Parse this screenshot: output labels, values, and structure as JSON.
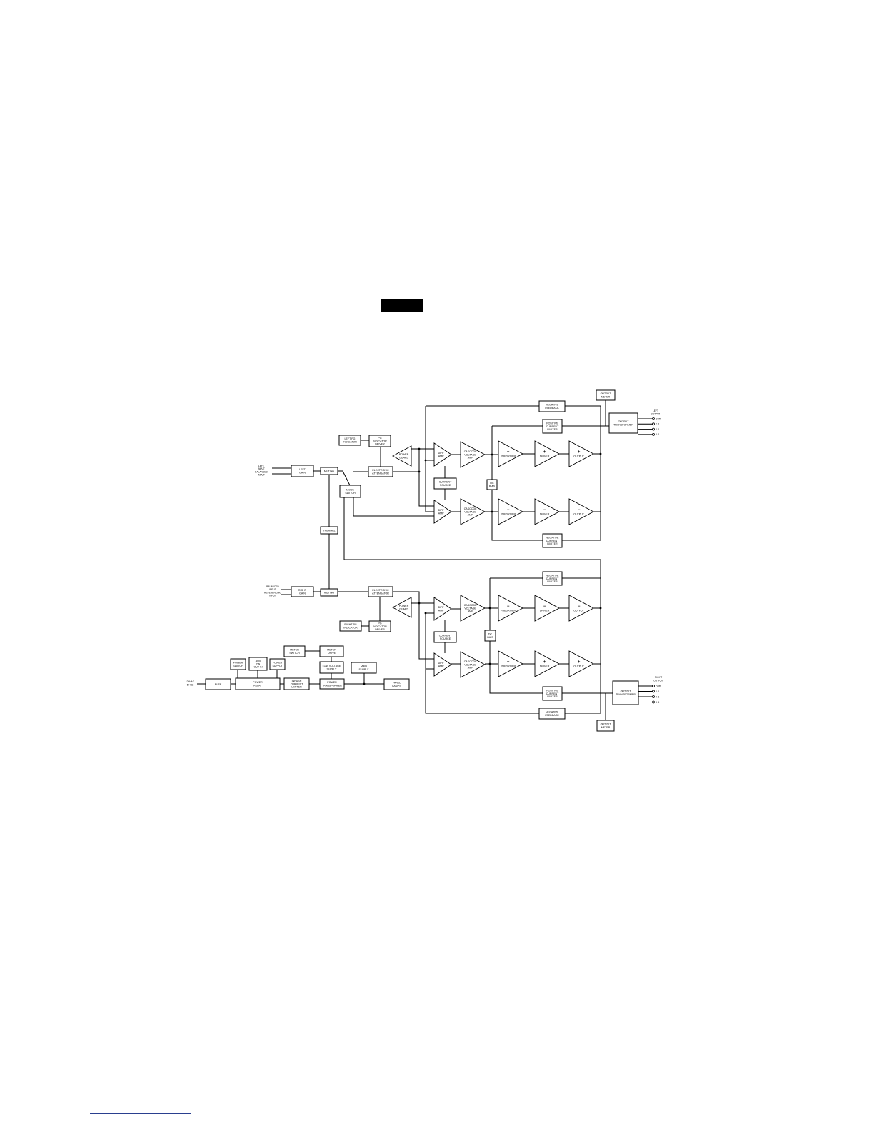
{
  "diagram": {
    "left_channel": {
      "output_meter": [
        "OUTPUT",
        "METER"
      ],
      "negative_feedback": [
        "NEGATIVE",
        "FEEDBACK"
      ],
      "positive_current_limiter": [
        "POSITIVE",
        "CURRENT",
        "LIMITER"
      ],
      "negative_current_limiter": [
        "NEGATIVE",
        "CURRENT",
        "LIMITER"
      ],
      "output_transformer": [
        "OUTPUT",
        "TRANSFORMER"
      ],
      "output_label": [
        "LEFT",
        "OUTPUT"
      ],
      "terminals": [
        "COM",
        "2 Ω",
        "4 Ω",
        "8 Ω"
      ],
      "pg_indicator": [
        "LEFT PG",
        "INDICATOR"
      ],
      "pg_driver": [
        "PG",
        "INDICATOR",
        "DRIVER"
      ],
      "power_guard": [
        "POWER",
        "GUARD"
      ],
      "electronic_attenuator": [
        "ELECTRONIC",
        "ATTENUATOR"
      ],
      "input_label": [
        "LEFT",
        "INPUT",
        "BALANCED",
        "INPUT"
      ],
      "gain": [
        "LEFT",
        "GAIN"
      ],
      "muting": "MUTING",
      "diff_amp": [
        "DIFF",
        "AMP"
      ],
      "cascode": [
        "CASCODE",
        "VOLTAGE",
        "AMP"
      ],
      "current_source": [
        "CURRENT",
        "SOURCE"
      ],
      "dc_bias": [
        "DC",
        "BIAS"
      ],
      "predriver": "PREDRIVER",
      "driver": "DRIVER",
      "output": "OUTPUT",
      "plus": "+",
      "minus": "−"
    },
    "shared": {
      "mode_switch": [
        "MODE",
        "SWITCH"
      ],
      "thermal": "THERMAL"
    },
    "right_channel": {
      "negative_current_limiter": [
        "NEGATIVE",
        "CURRENT",
        "LIMITER"
      ],
      "positive_current_limiter": [
        "POSITIVE",
        "CURRENT",
        "LIMITER"
      ],
      "negative_feedback": [
        "NEGATIVE",
        "FEEDBACK"
      ],
      "output_meter": [
        "OUTPUT",
        "METER"
      ],
      "output_transformer": [
        "OUTPUT",
        "TRANSFORMER"
      ],
      "output_label": [
        "RIGHT",
        "OUTPUT"
      ],
      "terminals": [
        "COM",
        "2 Ω",
        "4 Ω",
        "8 Ω"
      ],
      "input_label": [
        "BALANCED",
        "INPUT",
        "REFERENCING",
        "INPUT"
      ],
      "gain": [
        "RIGHT",
        "GAIN"
      ],
      "muting": "MUTING",
      "electronic_attenuator": [
        "ELECTRONIC",
        "ATTENUATOR"
      ],
      "power_guard": [
        "POWER",
        "GUARD"
      ],
      "pg_indicator": [
        "RIGHT PG",
        "INDICATOR"
      ],
      "pg_driver": [
        "PG",
        "INDICATOR",
        "DRIVER"
      ],
      "current_source": [
        "CURRENT",
        "SOURCE"
      ],
      "dc_bias": [
        "DC",
        "BIAS"
      ]
    },
    "power": {
      "ac_input": [
        "120VAC",
        "60 Hz"
      ],
      "fuse": "FUSE",
      "power_switch": [
        "POWER",
        "SWITCH"
      ],
      "aux_on_out_in": [
        "AUX",
        "ON",
        "OUT  IN"
      ],
      "power_supply": [
        "POWER",
        "SUPPLY"
      ],
      "power_relay": [
        "POWER",
        "RELAY"
      ],
      "meter_switch": [
        "METER",
        "SWITCH"
      ],
      "meter_drive": [
        "METER",
        "DRIVE"
      ],
      "low_voltage_supply": [
        "LOW VOLTAGE",
        "SUPPLY"
      ],
      "main_supply": [
        "MAIN",
        "SUPPLY"
      ],
      "inrush_limiter": [
        "INRUSH",
        "CURRENT",
        "LIMITER"
      ],
      "power_transformer": [
        "POWER",
        "TRANSFORMER"
      ],
      "panel_lamps": [
        "PANEL",
        "LAMPS"
      ]
    }
  }
}
